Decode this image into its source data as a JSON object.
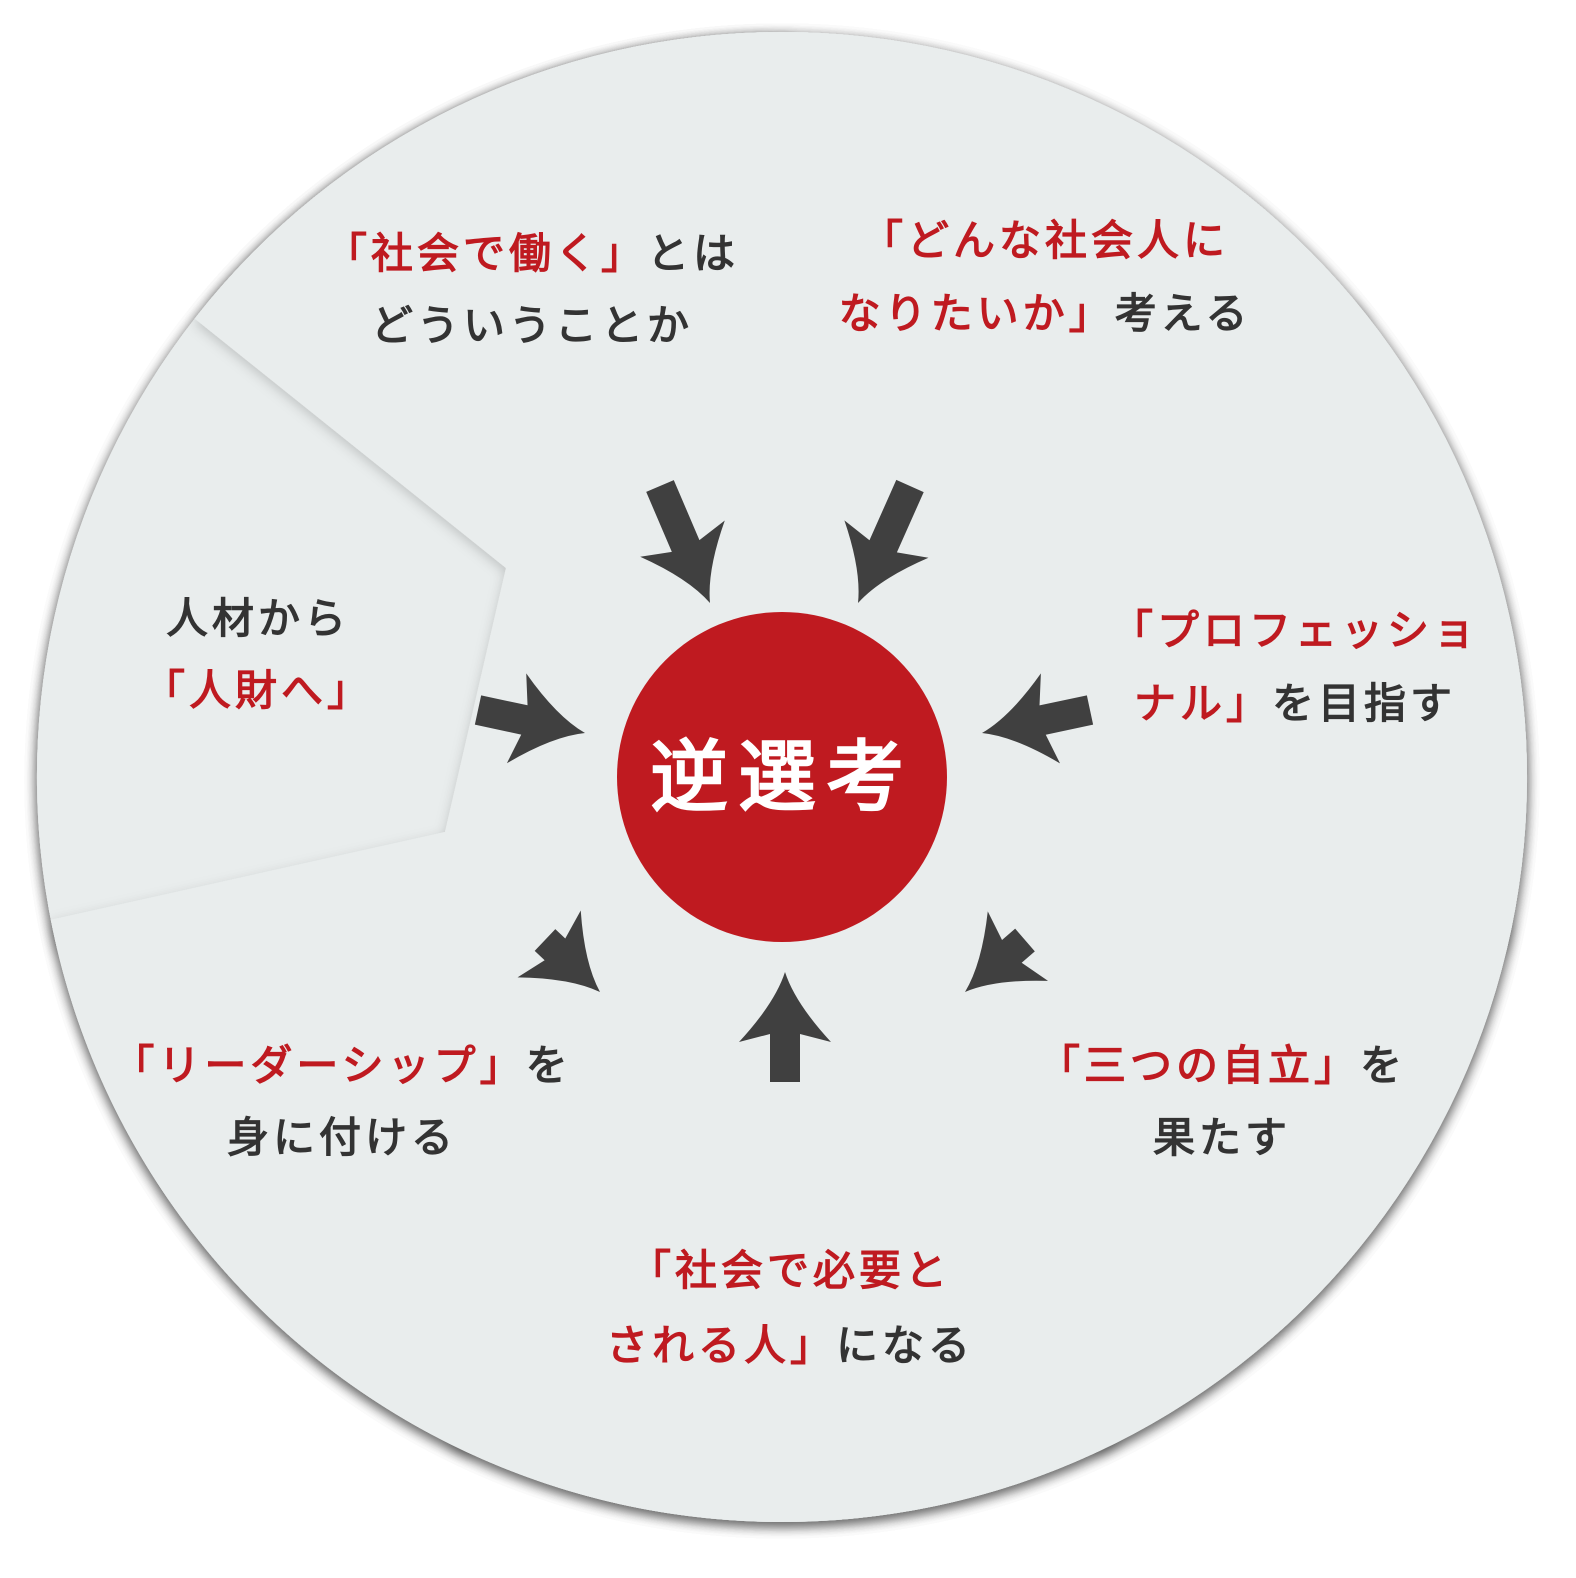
{
  "center": {
    "label": "逆選考",
    "color": "#bf1a20"
  },
  "colors": {
    "segment_fill": "#e9eded",
    "emphasis": "#bf1a20",
    "text": "#333333",
    "arrow": "#404040"
  },
  "segments": [
    {
      "id": "top-left",
      "lines": [
        [
          {
            "text": "「社会で働く」",
            "emphasis": true
          },
          {
            "text": "とは",
            "emphasis": false
          }
        ],
        [
          {
            "text": "どういうことか",
            "emphasis": false
          }
        ]
      ]
    },
    {
      "id": "top-right",
      "lines": [
        [
          {
            "text": "「どんな社会人に",
            "emphasis": true
          }
        ],
        [
          {
            "text": "なりたいか」",
            "emphasis": true
          },
          {
            "text": "考える",
            "emphasis": false
          }
        ]
      ]
    },
    {
      "id": "right",
      "lines": [
        [
          {
            "text": "「プロフェッショ",
            "emphasis": true
          }
        ],
        [
          {
            "text": "ナル」",
            "emphasis": true
          },
          {
            "text": "を目指す",
            "emphasis": false
          }
        ]
      ]
    },
    {
      "id": "bottom-right",
      "lines": [
        [
          {
            "text": "「三つの自立」",
            "emphasis": true
          },
          {
            "text": "を",
            "emphasis": false
          }
        ],
        [
          {
            "text": "果たす",
            "emphasis": false
          }
        ]
      ]
    },
    {
      "id": "bottom",
      "lines": [
        [
          {
            "text": "「社会で必要と",
            "emphasis": true
          }
        ],
        [
          {
            "text": "される人」",
            "emphasis": true
          },
          {
            "text": "になる",
            "emphasis": false
          }
        ]
      ]
    },
    {
      "id": "bottom-left",
      "lines": [
        [
          {
            "text": "「リーダーシップ」",
            "emphasis": true
          },
          {
            "text": "を",
            "emphasis": false
          }
        ],
        [
          {
            "text": "身に付ける",
            "emphasis": false
          }
        ]
      ]
    },
    {
      "id": "left",
      "lines": [
        [
          {
            "text": "人材から",
            "emphasis": false
          }
        ],
        [
          {
            "text": "「人財へ」",
            "emphasis": true
          }
        ]
      ]
    }
  ]
}
